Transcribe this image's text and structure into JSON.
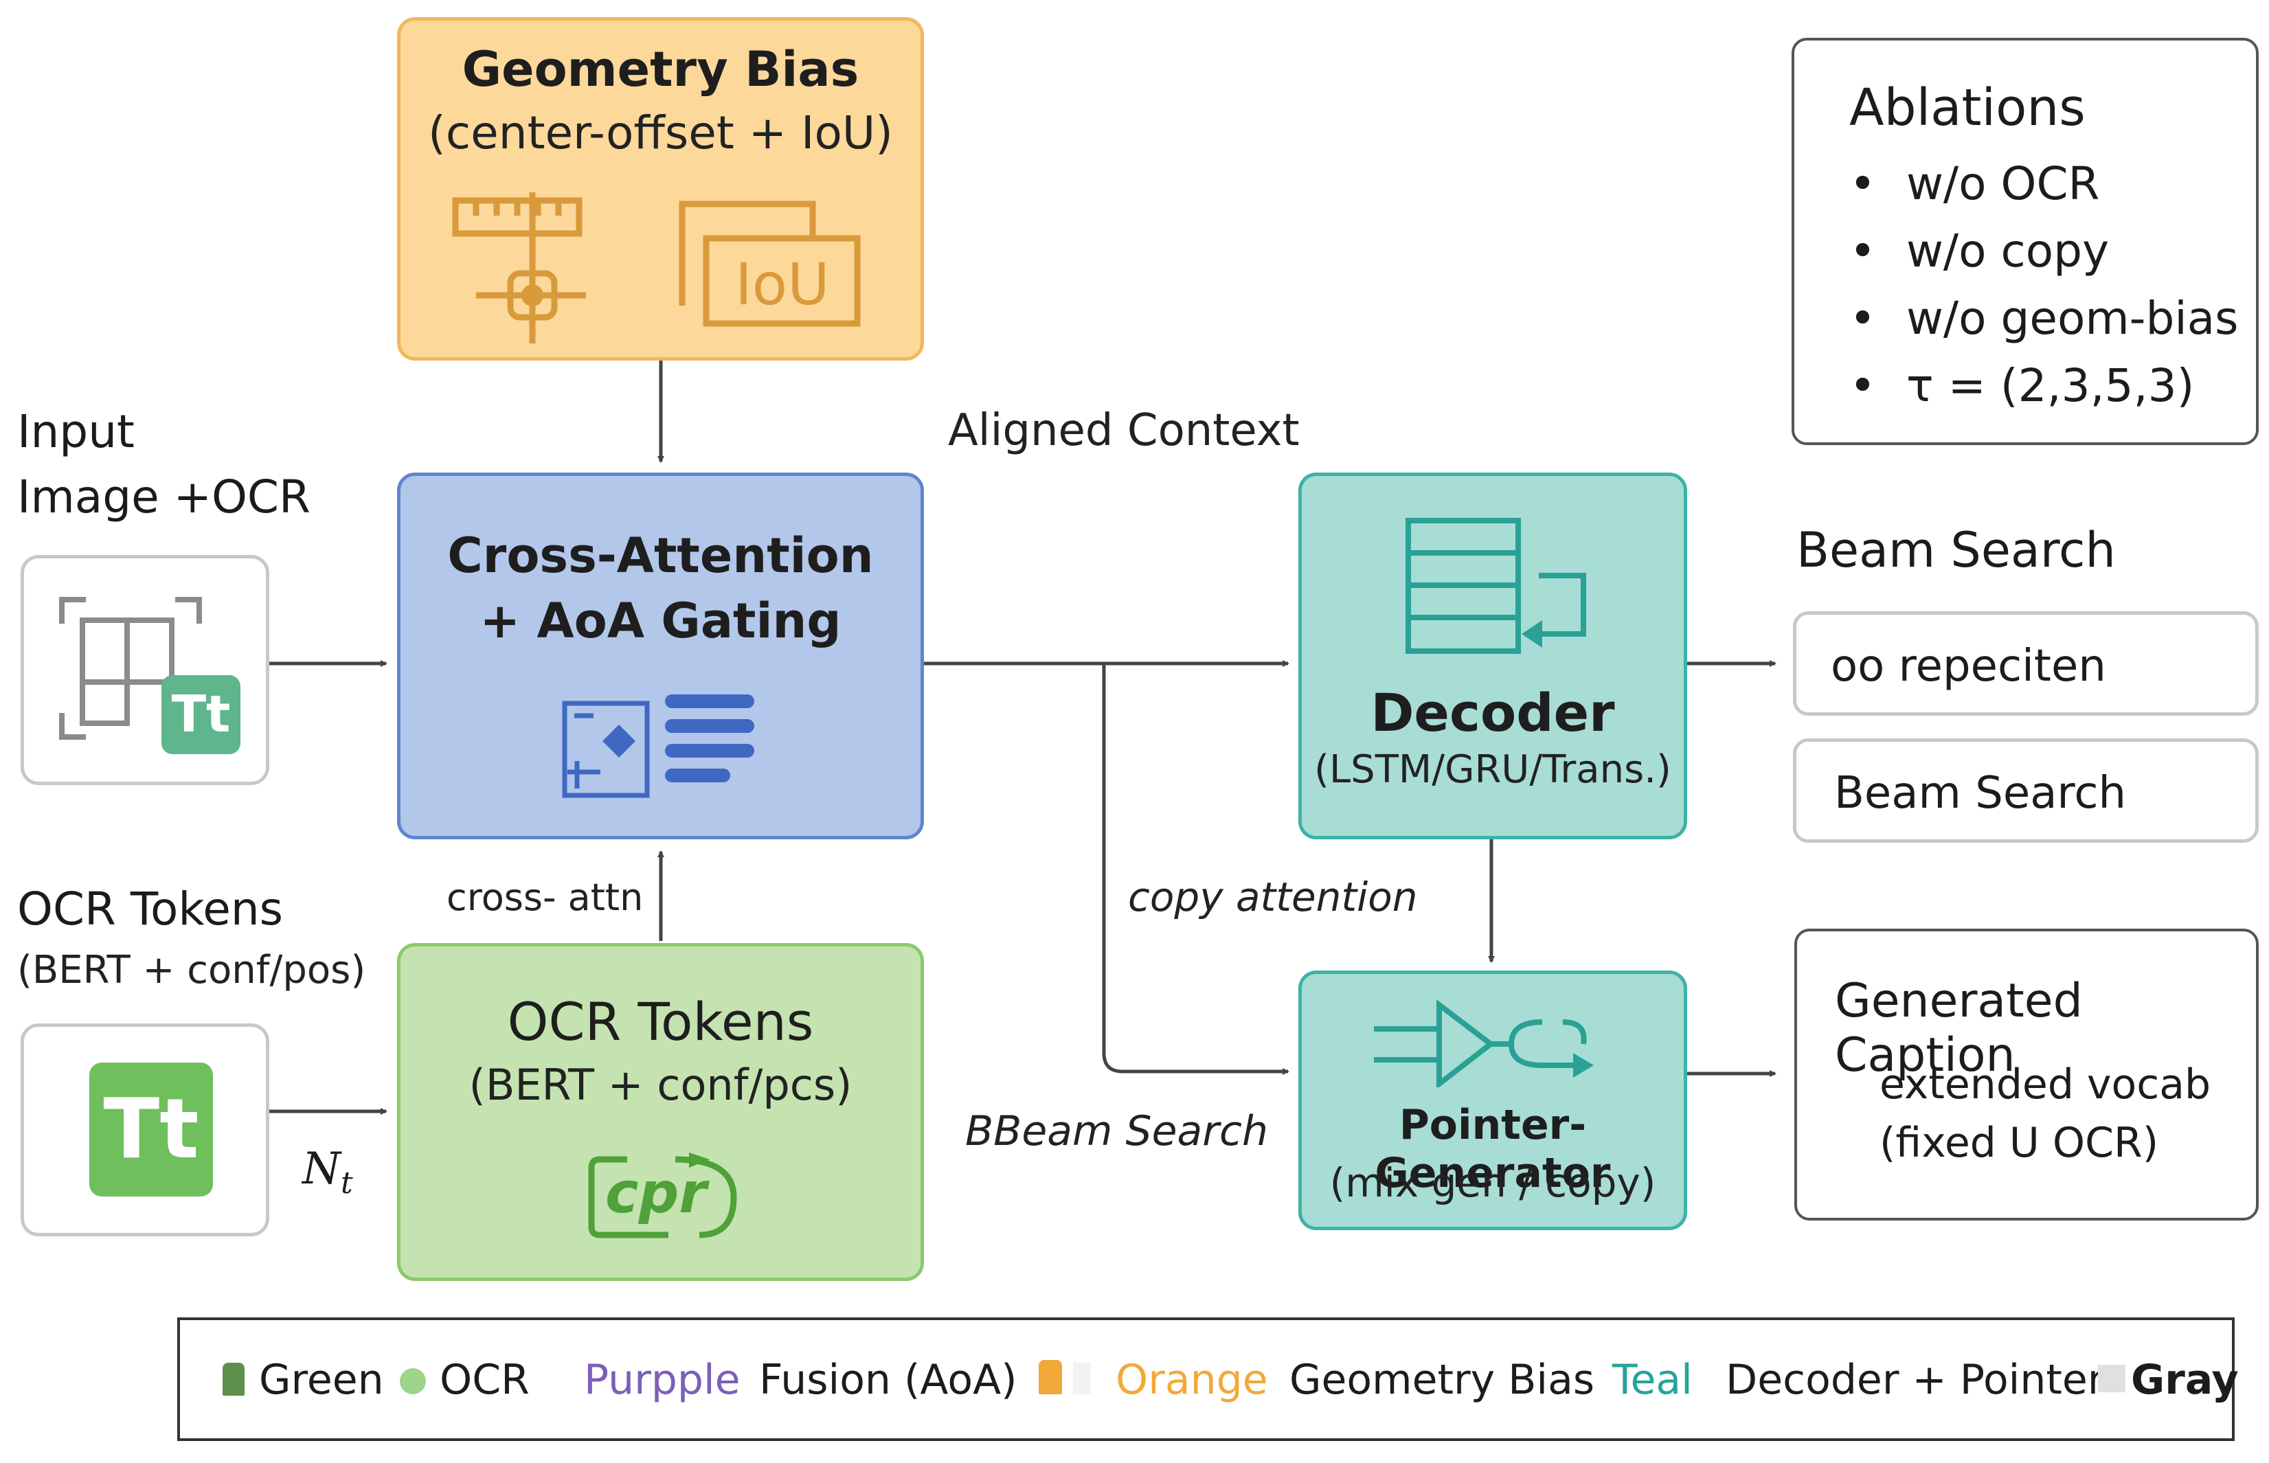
{
  "geometry_bias": {
    "title": "Geometry Bias",
    "subtitle": "(center-offset + IoU)",
    "icon_text": "IoU",
    "icons": [
      "ruler-icon",
      "target-icon",
      "iou-boxes-icon"
    ]
  },
  "input": {
    "label_line1": "Input",
    "label_line2": "Image +OCR",
    "icon_badge": "Tt",
    "icons": [
      "image-frame-icon",
      "text-badge-icon"
    ]
  },
  "cross_attention": {
    "title_line1": "Cross-Attention",
    "title_line2": "+ AoA Gating",
    "icons": [
      "attention-map-icon",
      "lines-icon"
    ]
  },
  "aligned_context": "Aligned Context",
  "decoder": {
    "title": "Decoder",
    "subtitle": "(LSTM/GRU/Trans.)",
    "icons": [
      "stack-loop-icon"
    ]
  },
  "ablations": {
    "title": "Ablations",
    "items": [
      "w/o OCR",
      "w/o copy",
      "w/o geom-bias",
      "τ = (2,3,5,3)"
    ]
  },
  "beam_search": {
    "label": "Beam Search",
    "option1": "oo repeciten",
    "option2": "Beam Search"
  },
  "ocr_tokens_input": {
    "label_line1": "OCR Tokens",
    "label_line2": "(BERT + conf/pos)",
    "icon_badge": "Tt",
    "edge_label": "N",
    "edge_label_sub": "t"
  },
  "cross_attn_label": "cross- attn",
  "ocr_tokens": {
    "title": "OCR Tokens",
    "subtitle": "(BERT + conf/pcs)",
    "icon_text": "cpr",
    "icons": [
      "cpr-loop-icon"
    ]
  },
  "copy_attention": "copy attention",
  "beam_search_label": "Beam Search",
  "beam_search_label_prefix": "B",
  "pointer_generator": {
    "title": "Pointer-Generator",
    "subtitle": "(mix gen / copy)",
    "icons": [
      "mux-icon"
    ]
  },
  "generated_caption": {
    "title": "Generated Caption",
    "line1": "extended vocab",
    "line2": "(fixed U OCR)"
  },
  "legend": [
    {
      "color_word": "Green",
      "name": "",
      "color": "#5f8f4c",
      "text_color": "#1b1b1b"
    },
    {
      "color_word": "",
      "name": "OCR",
      "color": "#9ed38a",
      "text_color": "#1b1b1b"
    },
    {
      "color_word": "Purpple",
      "name": "Fusion (AoA)",
      "color": "#7b5fb8",
      "text_color": "#7b5fb8"
    },
    {
      "color_word": "Orange",
      "name": "Geometry Bias",
      "color": "#f2a93a",
      "text_color": "#f2a93a"
    },
    {
      "color_word": "Teal",
      "name": "Decoder + Pointer",
      "color": "#25a39a",
      "text_color": "#25a39a"
    },
    {
      "color_word": "Gray",
      "name": "",
      "color": "#e0e0e0",
      "text_color": "#1b1b1b"
    }
  ]
}
